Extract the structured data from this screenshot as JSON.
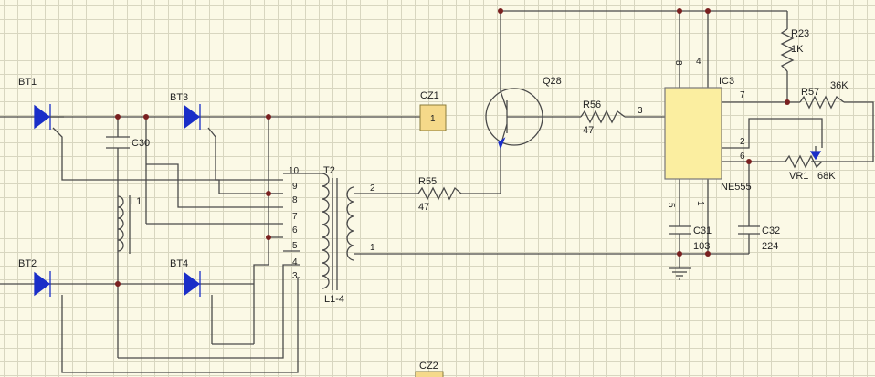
{
  "components": {
    "bt1": "BT1",
    "bt2": "BT2",
    "bt3": "BT3",
    "bt4": "BT4",
    "c30": "C30",
    "l1": "L1",
    "t2": "T2",
    "t2_sub": "L1-4",
    "cz1": "CZ1",
    "cz1_pin": "1",
    "cz2": "CZ2",
    "q28": "Q28",
    "r55": "R55",
    "r55_val": "47",
    "r56": "R56",
    "r56_val": "47",
    "r23": "R23",
    "r23_val": "1K",
    "r57": "R57",
    "r57_val": "36K",
    "vr1": "VR1",
    "vr1_val": "68K",
    "ic3": "IC3",
    "ic3_part": "NE555",
    "c31": "C31",
    "c31_val": "103",
    "c32": "C32",
    "c32_val": "224"
  },
  "pins": {
    "t2_primary": [
      "10",
      "9",
      "8",
      "7",
      "6",
      "5",
      "4",
      "3"
    ],
    "t2_secondary": [
      "2",
      "1"
    ],
    "ic_pin8": "8",
    "ic_pin4": "4",
    "ic_pin3": "3",
    "ic_pin7": "7",
    "ic_pin2": "2",
    "ic_pin6": "6",
    "ic_pin5": "5",
    "ic_pin1": "1"
  },
  "colors": {
    "diode": "#1a2ec8",
    "ic_body": "#fbeea0",
    "junction": "#7a2020"
  }
}
